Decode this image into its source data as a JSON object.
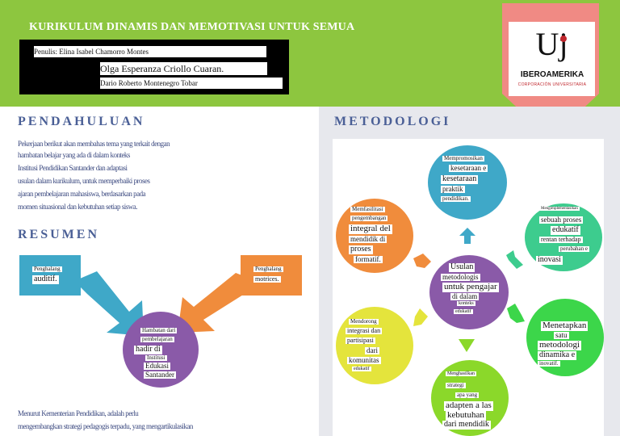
{
  "header": {
    "title": "KURIKULUM DINAMIS DAN MEMOTIVASI UNTUK SEMUA",
    "author_1": "Penulis: Elina Isabel Chamorro Montes",
    "author_2": "Olga Esperanza Criollo Cuaran.",
    "author_3": "Dario Roberto Montenegro Tobar"
  },
  "logo": {
    "mark": "Uj",
    "name": "IBEROAMERIKA",
    "sub": "CORPORACIÓN UNIVERSITARIA"
  },
  "pendahuluan": {
    "heading": "PENDAHULUAN",
    "line_1": "Pekerjaan berikut akan membahas tema yang terkait dengan",
    "line_2": "hambatan belajar yang ada di dalam konteks",
    "line_3": "Institusi Pendidikan Santander dan adaptasi",
    "line_4": "usulan dalam kurikulum, untuk memperbaiki proses",
    "line_5": "ajaran pembelajaran mahasiswa, berdasarkan pada",
    "line_6": "momen situasional dan kebutuhan setiap siswa."
  },
  "resumen": {
    "heading": "RESUMEN",
    "left_box_l1": "Penghalang",
    "left_box_l2": "auditif.",
    "right_box_l1": "Penghalang",
    "right_box_l2": "motrices.",
    "circle_l1": "Hambatan dari",
    "circle_l2": "pembelajaran",
    "circle_l3": "hadir di",
    "circle_l4": "Institusi",
    "circle_l5": "Edukasi",
    "circle_l6": "Santander",
    "footer_1": "Menurut Kementerian Pendidikan, adalah perlu",
    "footer_2": "mengembangkan strategi pedagogis terpadu, yang mengartikulasikan"
  },
  "metodologi": {
    "heading": "METODOLOGI",
    "center": [
      "Usulan",
      "metodologis",
      "untuk pengajar",
      "di dalam",
      "konteks",
      "edukatif"
    ],
    "top": [
      "Mempromosikan",
      "kesetaraan e",
      "kesetaraan",
      "praktik",
      "pendidikan."
    ],
    "top_right": [
      "Mengimplementasikan",
      "sebuah proses",
      "edukatif",
      "rentan terhadap",
      "perubahan e",
      "inovasi"
    ],
    "right": [
      "Menetapkan",
      "satu",
      "metodologi",
      "dinamika e",
      "inovatif."
    ],
    "bottom": [
      "Menghasilkan",
      "strategi",
      "apa yang",
      "adapten a las",
      "kebutuhan",
      "dari mendidik"
    ],
    "bottom_left": [
      "Mendorong",
      "integrasi dan",
      "partisipasi",
      "dari",
      "komunitas",
      "edukatif"
    ],
    "top_left": [
      "Memfasilitasi",
      "pengembangan",
      "integral del",
      "mendidik di",
      "proses",
      "formatif."
    ]
  },
  "colors": {
    "banner": "#8dc63f",
    "ribbon": "#f08a84",
    "heading": "#4a5f96",
    "center": "#8a5aa8",
    "teal": "#3fa8c8",
    "green": "#3dcc8e",
    "bright_green": "#3cd64a",
    "lime": "#8bd82a",
    "yellow": "#e4e43c",
    "orange": "#f08c3c"
  }
}
